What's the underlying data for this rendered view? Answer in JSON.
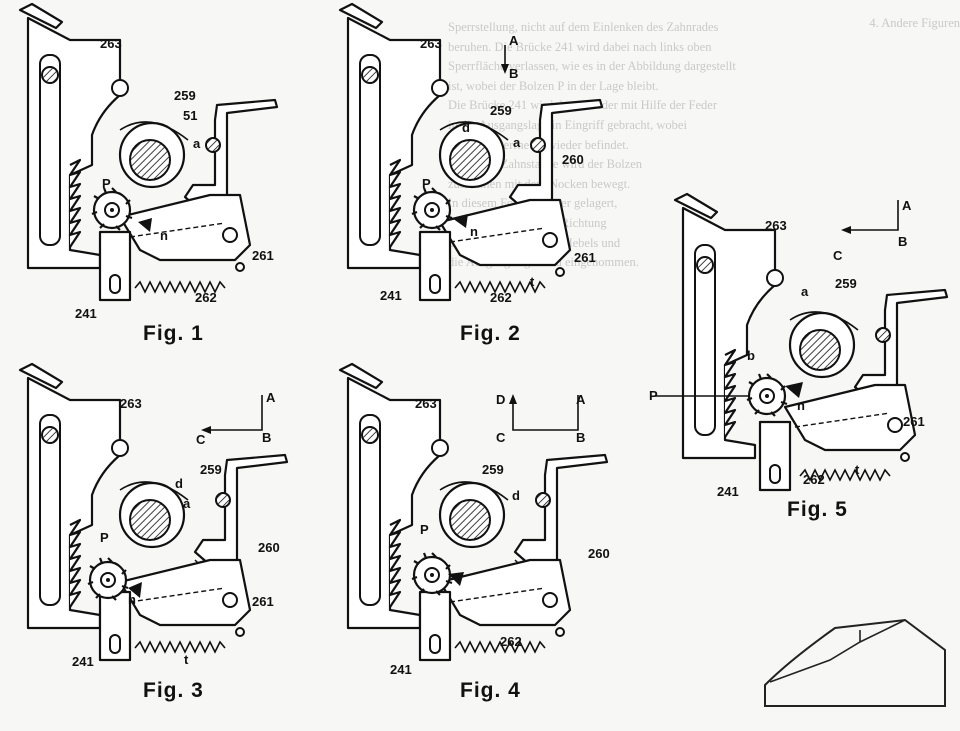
{
  "background_text": {
    "left_lines": [
      "Sperrstellung, nicht auf dem Einlenken des Zahnrades",
      "beruhen. Die Brücke 241 wird dabei nach links oben",
      "Sperrfläche verlassen, wie es in der Abbildung dargestellt",
      "ist, wobei der Bolzen P in der Lage bleibt.",
      "Die Brücke 241 wird dann wieder mit Hilfe der Feder",
      "in die Ausgangslage in Eingriff gebracht, wobei",
      "sich der Sperrhebel wieder befindet.",
      "Durch die Zahnstange wird der Bolzen",
      "zusammen mit dem Nocken bewegt.",
      "In diesem Formteil ist er gelagert,",
      "in der entsprechenden Richtung",
      "die Gegenrichtung des Hebels und",
      "die Ausgangslage wird eingenommen."
    ],
    "right_line": "4. Andere Figuren"
  },
  "figures": [
    {
      "caption": "Fig. 1",
      "labels": {
        "frame": "263",
        "cam": "259",
        "pin_plate": "51",
        "a": "a",
        "P": "P",
        "n": "n",
        "lever": "261",
        "spring": "262",
        "bridge": "241"
      }
    },
    {
      "caption": "Fig. 2",
      "labels": {
        "frame": "263",
        "cam": "259",
        "d": "d",
        "a": "a",
        "P": "P",
        "n": "n",
        "latch": "260",
        "lever": "261",
        "spring": "262",
        "t": "t",
        "bridge": "241"
      },
      "axes": {
        "up": "A",
        "down": "B"
      }
    },
    {
      "caption": "Fig. 3",
      "labels": {
        "frame": "263",
        "cam": "259",
        "d": "d",
        "a": "a",
        "P": "P",
        "n": "n",
        "latch": "260",
        "lever": "261",
        "t": "t",
        "bridge": "241"
      },
      "axes": {
        "up": "A",
        "down": "B",
        "left": "C"
      }
    },
    {
      "caption": "Fig. 4",
      "labels": {
        "frame": "263",
        "cam": "259",
        "d": "d",
        "P": "P",
        "latch": "260",
        "spring": "262",
        "bridge": "241"
      },
      "axes": {
        "up": "A",
        "down": "B",
        "left": "C",
        "top_left": "D"
      }
    },
    {
      "caption": "Fig. 5",
      "labels": {
        "frame": "263",
        "cam": "259",
        "a": "a",
        "b": "b",
        "P": "P",
        "n": "n",
        "lever": "261",
        "spring": "262",
        "t": "t",
        "bridge": "241"
      },
      "axes": {
        "up": "A",
        "down": "B",
        "left": "C"
      }
    }
  ],
  "colors": {
    "ink": "#111111",
    "paper": "#f7f7f5",
    "faint_text": "#c9c9c9"
  }
}
